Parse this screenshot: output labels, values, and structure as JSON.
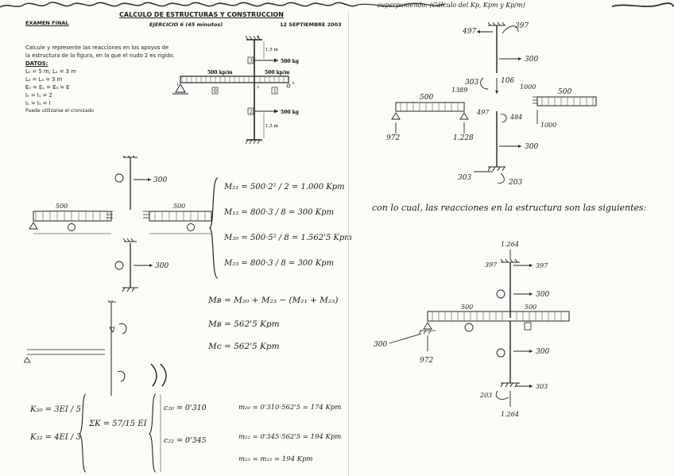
{
  "header": {
    "exam": "EXAMEN FINAL",
    "course": "CALCULO DE ESTRUCTURAS Y CONSTRUCCION",
    "exercise": "EJERCICIO 6 (45 minutos)",
    "date": "12 SEPTIEMBRE 2003",
    "right_note": "superponiendo: (Cálculo del Kp, Kpm y Kp/m)"
  },
  "statement": {
    "line1": "Calcule y represente las reacciones en los apoyos de",
    "line2": "la estructura de la figura, en la que el nudo 2 es rígido.",
    "datos_label": "DATOS:",
    "d1": "L₀ = 5 m;  L₁ = 3 m",
    "d2": "L₂ = L₃ = 3 m",
    "d3": "E₀ = E₁ = E₃ = E",
    "d4": "I₀ = I₁ = 2",
    "d5": "I₂ = I₃ = I",
    "note": "Puede utilizarse el cronizado"
  },
  "figure": {
    "load_left": "500 kp/m",
    "load_right": "500 kp/m",
    "force_top": "500 kg",
    "force_bottom": "500 kg",
    "dim1": "1,5 m",
    "dim2": "1,5 m",
    "node_labels": [
      "1",
      "2",
      "3",
      "4"
    ],
    "bar_labels": [
      "0",
      "1",
      "2",
      "3"
    ]
  },
  "left_work": {
    "m_21": "M₂₁ = 500·2² / 2 = 1.000 Kpm",
    "m_12": "M₁₂ = 800·3 / 8 = 300 Kpm",
    "m_20": "M₂₀ = 500·5² / 8 = 1.562'5 Kpm",
    "m_23": "M₂₃ = 800·3 / 8 = 300 Kpm",
    "m_b_eq": "Mʙ = M₂₀ + M₂₃ − (M₂₁ + M₂₃)",
    "m_b": "Mʙ = 562'5  Kpm",
    "m_c": "Mᴄ = 562'5  Kpm",
    "k20": "K₂₀ = 3EI / 5",
    "k22": "K₂₂ = 4EI / 3",
    "k_sum": "ΣK = 57/15 EI",
    "c20": "c₂₀ = 0'310",
    "c22": "c₂₂ = 0'345",
    "m20_res": "m₂₀ = 0'310·562'5 = 174 Kpm",
    "m22_res": "m₂₂ = 0'345·562'5 = 194 Kpm",
    "m23_res": "m₂₃ = m₂₂ = 194 Kpm",
    "v300a": "300",
    "v300b": "300",
    "v500a": "500",
    "v500b": "500"
  },
  "right_work": {
    "r_497": "497",
    "r_397": "397",
    "r_300a": "300",
    "r_106": "106",
    "r_303a": "303",
    "r_500a": "500",
    "r_500b": "500",
    "r_1389": "1389",
    "r_1000a": "1000",
    "r_1000b": "1000",
    "r_972": "972",
    "r_1228": "1.228",
    "r_484": "484",
    "r_300b": "300",
    "r_303b": "303",
    "r_203": "203",
    "sentence": "con lo cual, las reacciones en la estructura son las siguientes:",
    "f_1264a": "1.264",
    "f_397": "397",
    "f_397b": "397",
    "f_300a": "300",
    "f_500a": "500",
    "f_500b": "500",
    "f_300b": "300",
    "f_300c": "300",
    "f_972": "972",
    "f_303": "303",
    "f_203": "203",
    "f_1264b": "1.264"
  }
}
